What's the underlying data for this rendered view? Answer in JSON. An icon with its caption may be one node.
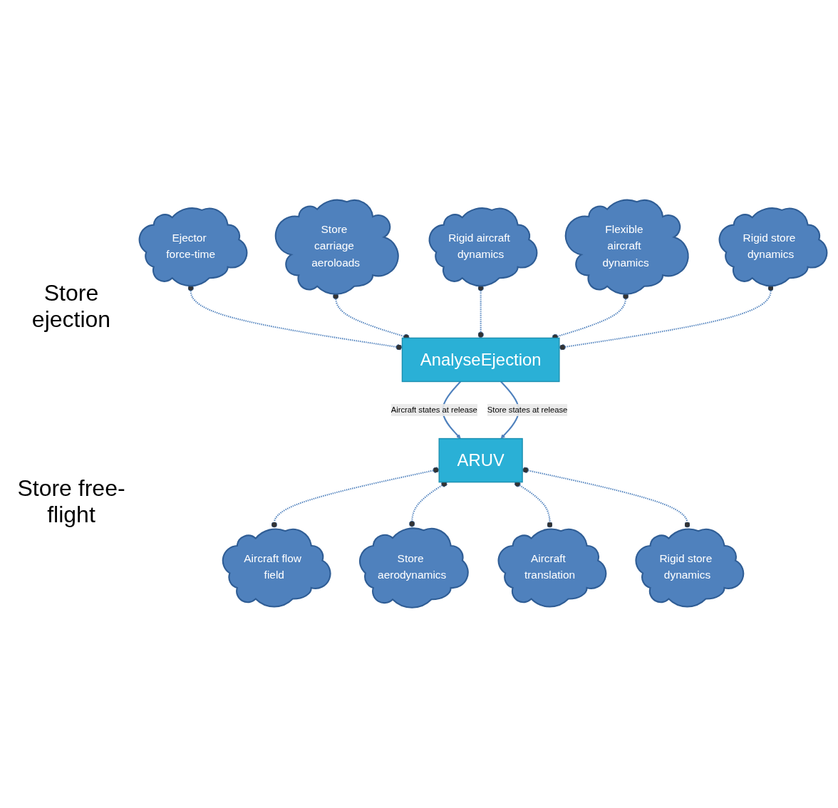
{
  "diagram": {
    "nodes": [
      {
        "text": [
          "Ejector force-time"
        ]
      },
      {
        "text": [
          "Store carriage aeroloads"
        ]
      },
      {
        "text": [
          "Rigid aircraft dynamics"
        ]
      },
      {
        "text": [
          "Flexible aircraft dynamics"
        ]
      },
      {
        "text": [
          "AnalyseEjection"
        ]
      },
      {
        "text": [
          "Rigid store dynamics"
        ]
      },
      {
        "text": [
          "Aircraft flow field"
        ]
      },
      {
        "text": [
          "ARUV"
        ]
      },
      {
        "text": [
          "Store aerodynamics"
        ]
      },
      {
        "text": [
          "Aircraft translation"
        ]
      },
      {
        "text": [
          "Rigid store dynamics"
        ]
      }
    ],
    "edges": [
      {
        "from": 4,
        "to": 7,
        "arrow": "to",
        "label": "Aircraft states at release"
      },
      {
        "from": 4,
        "to": 7,
        "arrow": "to",
        "label": "Store states at release"
      },
      {
        "from": 0,
        "to": 4,
        "arrow": "other",
        "style": "dashed"
      },
      {
        "from": 1,
        "to": 4,
        "arrow": "other",
        "style": "dashed"
      },
      {
        "from": 2,
        "to": 4,
        "arrow": "other",
        "style": "dashed"
      },
      {
        "from": 3,
        "to": 4,
        "arrow": "other",
        "style": "dashed"
      },
      {
        "from": 5,
        "to": 4,
        "arrow": "other",
        "style": "dashed"
      },
      {
        "from": 7,
        "to": 6,
        "arrow": "other",
        "style": "dashed"
      },
      {
        "from": 7,
        "to": 8,
        "arrow": "other",
        "style": "dashed"
      },
      {
        "from": 7,
        "to": 9,
        "arrow": "other",
        "style": "dashed"
      },
      {
        "from": 7,
        "to": 10,
        "arrow": "other",
        "style": "dashed"
      }
    ],
    "labels": [
      "Store ejection",
      "Store free-flight"
    ]
  }
}
